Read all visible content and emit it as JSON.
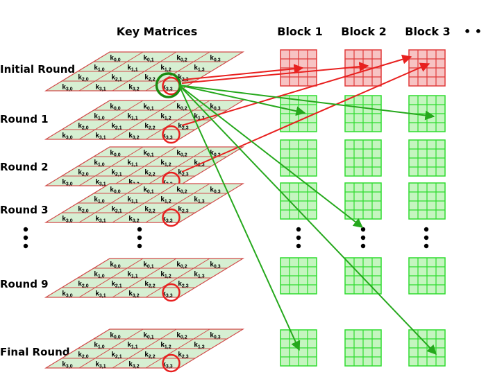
{
  "headers": {
    "key_matrices": "Key Matrices",
    "blocks": [
      "Block 1",
      "Block 2",
      "Block 3"
    ],
    "more": "• • •"
  },
  "rounds": [
    "Initial Round",
    "Round 1",
    "Round 2",
    "Round 3",
    "Round 9",
    "Final Round"
  ],
  "key_cells": [
    [
      "k0,0",
      "k0,1",
      "k0,2",
      "k0,3"
    ],
    [
      "k1,0",
      "k1,1",
      "k1,2",
      "k1,3"
    ],
    [
      "k2,0",
      "k2,1",
      "k2,2",
      "k2,3"
    ],
    [
      "k3,0",
      "k3,1",
      "k3,2",
      "k3,3"
    ]
  ],
  "colors": {
    "key_fill": "#d6efd2",
    "key_line": "#d24a4a",
    "block_red_fill": "#f7c3c3",
    "block_red_line": "#e03a3a",
    "block_green_fill": "#c5f5c0",
    "block_green_line": "#2fdc2f",
    "arrow_red": "#e8201f",
    "arrow_green": "#25a81c",
    "circle_red": "#e8201f",
    "circle_green": "#1a8a10"
  }
}
